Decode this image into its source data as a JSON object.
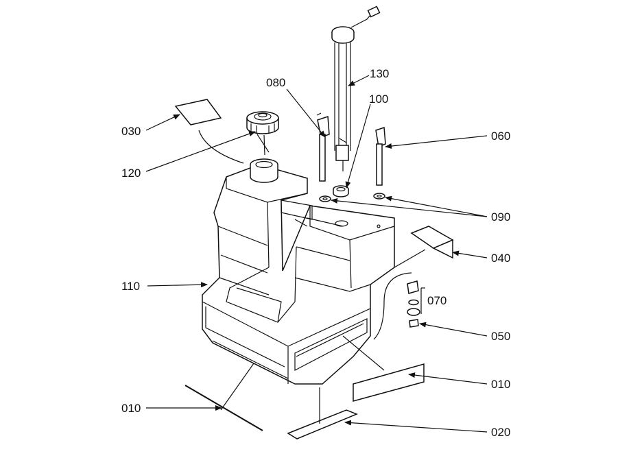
{
  "diagram": {
    "labels": {
      "l030": "030",
      "l120": "120",
      "l110": "110",
      "l010_left": "010",
      "l080": "080",
      "l130": "130",
      "l100": "100",
      "l060": "060",
      "l090": "090",
      "l040": "040",
      "l070": "070",
      "l050": "050",
      "l010_right": "010",
      "l020": "020"
    }
  }
}
